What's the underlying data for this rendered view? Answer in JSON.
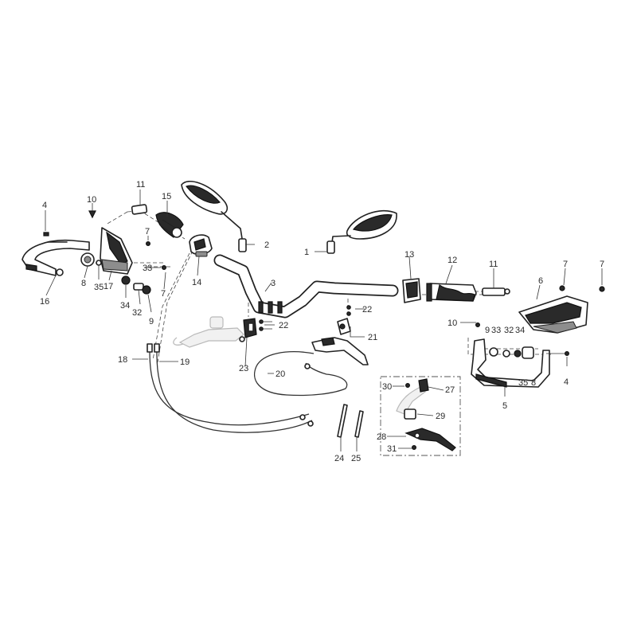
{
  "diagram": {
    "callouts": [
      {
        "id": "c1",
        "text": "1"
      },
      {
        "id": "c2",
        "text": "2"
      },
      {
        "id": "c3",
        "text": "3"
      },
      {
        "id": "c4a",
        "text": "4"
      },
      {
        "id": "c4b",
        "text": "4"
      },
      {
        "id": "c5",
        "text": "5"
      },
      {
        "id": "c6",
        "text": "6"
      },
      {
        "id": "c7a",
        "text": "7"
      },
      {
        "id": "c7b",
        "text": "7"
      },
      {
        "id": "c7c",
        "text": "7"
      },
      {
        "id": "c7d",
        "text": "7"
      },
      {
        "id": "c8a",
        "text": "8"
      },
      {
        "id": "c8b",
        "text": "8"
      },
      {
        "id": "c9a",
        "text": "9"
      },
      {
        "id": "c9b",
        "text": "9"
      },
      {
        "id": "c10a",
        "text": "10"
      },
      {
        "id": "c10b",
        "text": "10"
      },
      {
        "id": "c11a",
        "text": "11"
      },
      {
        "id": "c11b",
        "text": "11"
      },
      {
        "id": "c12",
        "text": "12"
      },
      {
        "id": "c13",
        "text": "13"
      },
      {
        "id": "c14",
        "text": "14"
      },
      {
        "id": "c15",
        "text": "15"
      },
      {
        "id": "c16",
        "text": "16"
      },
      {
        "id": "c17",
        "text": "17"
      },
      {
        "id": "c18",
        "text": "18"
      },
      {
        "id": "c19",
        "text": "19"
      },
      {
        "id": "c20",
        "text": "20"
      },
      {
        "id": "c21",
        "text": "21"
      },
      {
        "id": "c22a",
        "text": "22"
      },
      {
        "id": "c22b",
        "text": "22"
      },
      {
        "id": "c23",
        "text": "23"
      },
      {
        "id": "c24",
        "text": "24"
      },
      {
        "id": "c25",
        "text": "25"
      },
      {
        "id": "c27",
        "text": "27"
      },
      {
        "id": "c28",
        "text": "28"
      },
      {
        "id": "c29",
        "text": "29"
      },
      {
        "id": "c30",
        "text": "30"
      },
      {
        "id": "c31",
        "text": "31"
      },
      {
        "id": "c32a",
        "text": "32"
      },
      {
        "id": "c32b",
        "text": "32"
      },
      {
        "id": "c33a",
        "text": "33"
      },
      {
        "id": "c33b",
        "text": "33"
      },
      {
        "id": "c34a",
        "text": "34"
      },
      {
        "id": "c34b",
        "text": "34"
      },
      {
        "id": "c35a",
        "text": "35"
      },
      {
        "id": "c35b",
        "text": "35"
      }
    ]
  }
}
